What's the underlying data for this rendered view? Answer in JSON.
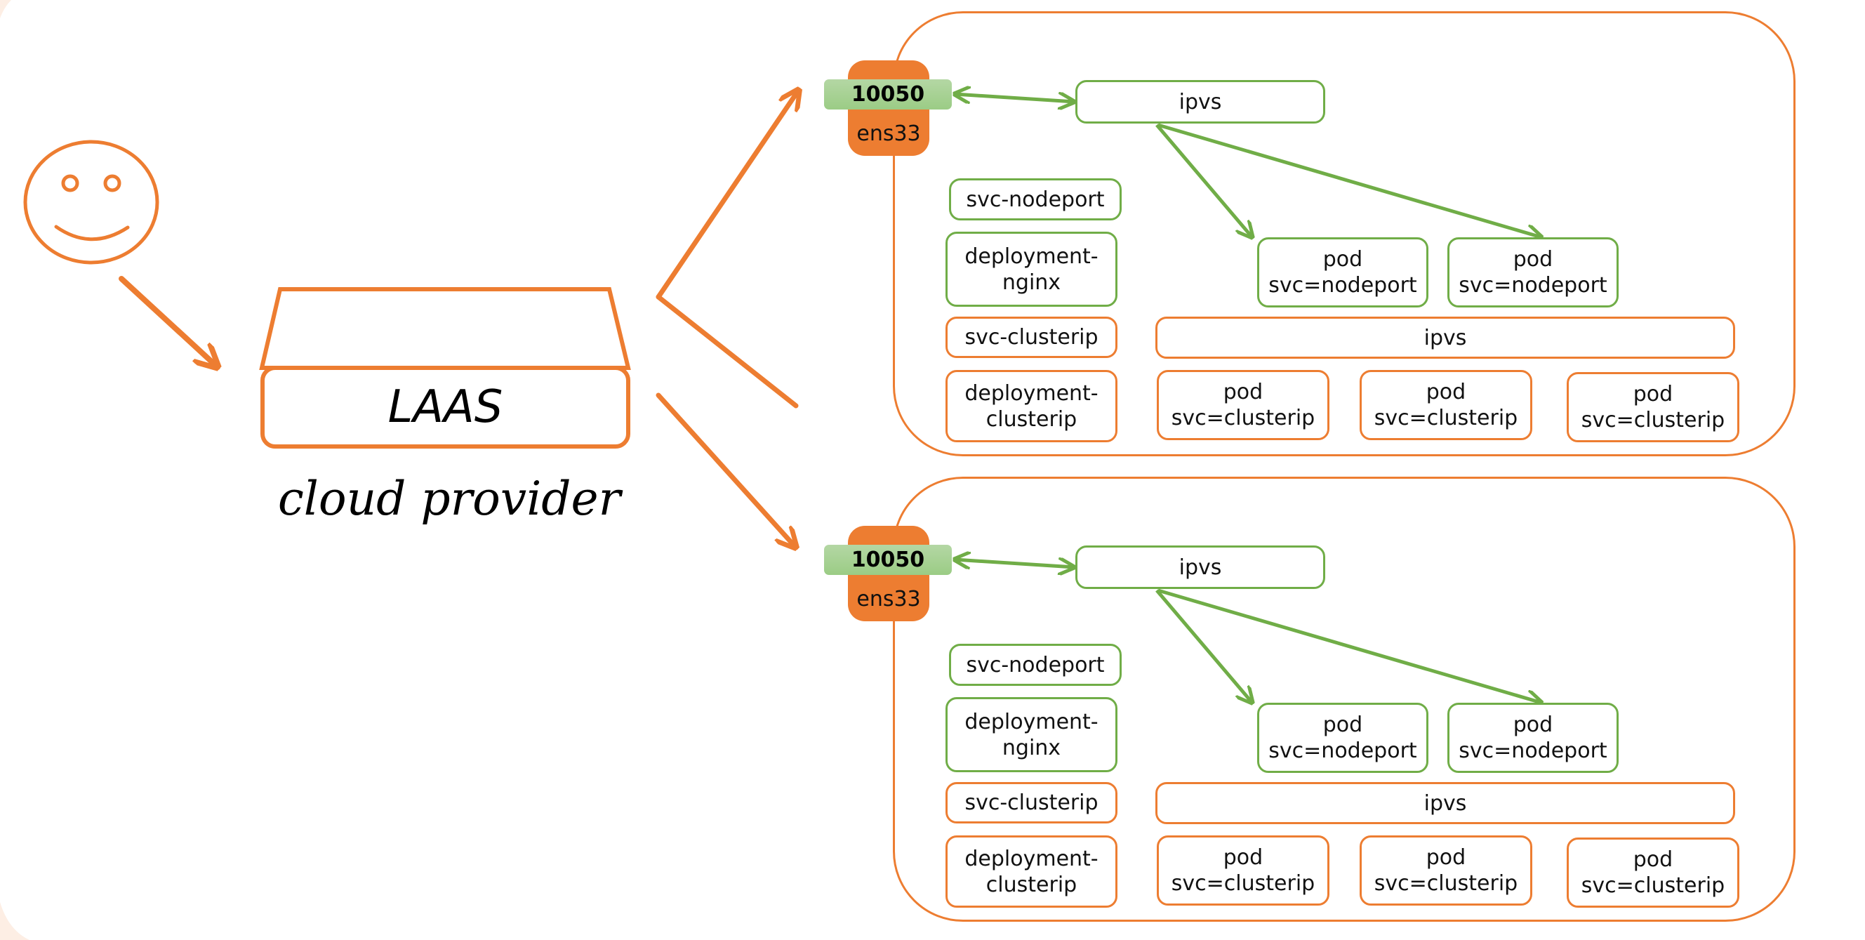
{
  "colors": {
    "orange": "#ed7d31",
    "green": "#70ad47",
    "port_green": "#a9d18e",
    "background_peach": "#fdeee4"
  },
  "user": {
    "icon": "smiley-face-user-icon"
  },
  "laas": {
    "label": "LAAS",
    "caption": "cloud provider",
    "icon": "load-balancer-icon"
  },
  "nodes": [
    {
      "interface": {
        "port": "10050",
        "name": "ens33"
      },
      "nodeport_ipvs": {
        "label": "ipvs"
      },
      "svc_nodeport": {
        "label": "svc-nodeport"
      },
      "deployment_nginx": {
        "label": "deployment-\nnginx"
      },
      "nodeport_pods": [
        {
          "label": "pod\nsvc=nodeport"
        },
        {
          "label": "pod\nsvc=nodeport"
        }
      ],
      "svc_clusterip": {
        "label": "svc-clusterip"
      },
      "deployment_clusterip": {
        "label": "deployment-\nclusterip"
      },
      "clusterip_ipvs": {
        "label": "ipvs"
      },
      "clusterip_pods": [
        {
          "label": "pod\nsvc=clusterip"
        },
        {
          "label": "pod\nsvc=clusterip"
        },
        {
          "label": "pod\nsvc=clusterip"
        }
      ]
    },
    {
      "interface": {
        "port": "10050",
        "name": "ens33"
      },
      "nodeport_ipvs": {
        "label": "ipvs"
      },
      "svc_nodeport": {
        "label": "svc-nodeport"
      },
      "deployment_nginx": {
        "label": "deployment-\nnginx"
      },
      "nodeport_pods": [
        {
          "label": "pod\nsvc=nodeport"
        },
        {
          "label": "pod\nsvc=nodeport"
        }
      ],
      "svc_clusterip": {
        "label": "svc-clusterip"
      },
      "deployment_clusterip": {
        "label": "deployment-\nclusterip"
      },
      "clusterip_ipvs": {
        "label": "ipvs"
      },
      "clusterip_pods": [
        {
          "label": "pod\nsvc=clusterip"
        },
        {
          "label": "pod\nsvc=clusterip"
        },
        {
          "label": "pod\nsvc=clusterip"
        }
      ]
    }
  ]
}
